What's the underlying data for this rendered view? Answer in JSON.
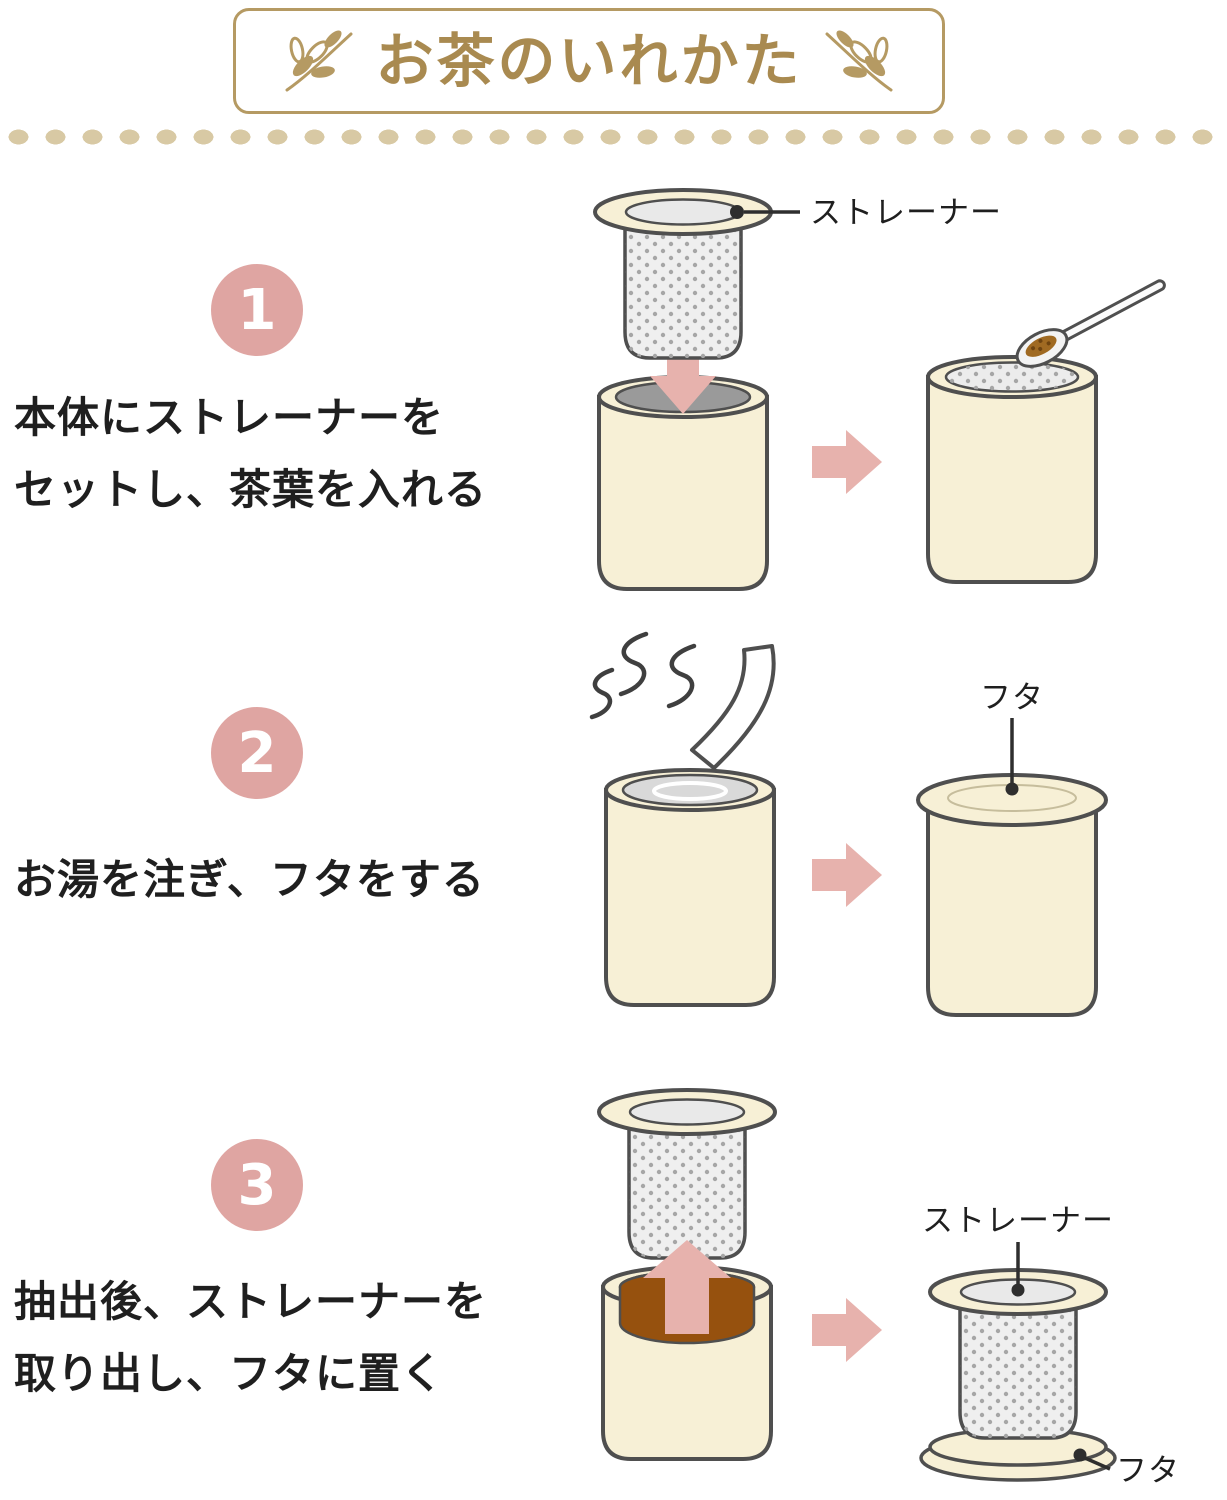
{
  "title": {
    "text": "お茶のいれかた"
  },
  "steps": [
    {
      "number": "1",
      "lines": [
        "本体にストレーナーを",
        "セットし、茶葉を入れる"
      ],
      "labels": {
        "strainer": "ストレーナー"
      }
    },
    {
      "number": "2",
      "lines": [
        "お湯を注ぎ、フタをする"
      ],
      "labels": {
        "lid": "フタ"
      }
    },
    {
      "number": "3",
      "lines": [
        "抽出後、ストレーナーを",
        "取り出し、フタに置く"
      ],
      "labels": {
        "strainer": "ストレーナー",
        "lid": "フタ"
      }
    }
  ],
  "icons": {
    "decoration": "leaf-branch-icon",
    "arrows": [
      "down-arrow-icon",
      "right-arrow-icon",
      "up-arrow-icon"
    ]
  },
  "colors": {
    "accent_gold": "#a98a50",
    "divider_tan": "#d8c9a4",
    "step_circle_pink": "#dfa5a2",
    "arrow_pink": "#e7b2ad",
    "body_cream": "#f7f0d6",
    "outline_gray": "#4f4f4f",
    "mesh_gray": "#efefef",
    "tea_brown": "#96510e",
    "text_dark": "#1f1f1f"
  }
}
